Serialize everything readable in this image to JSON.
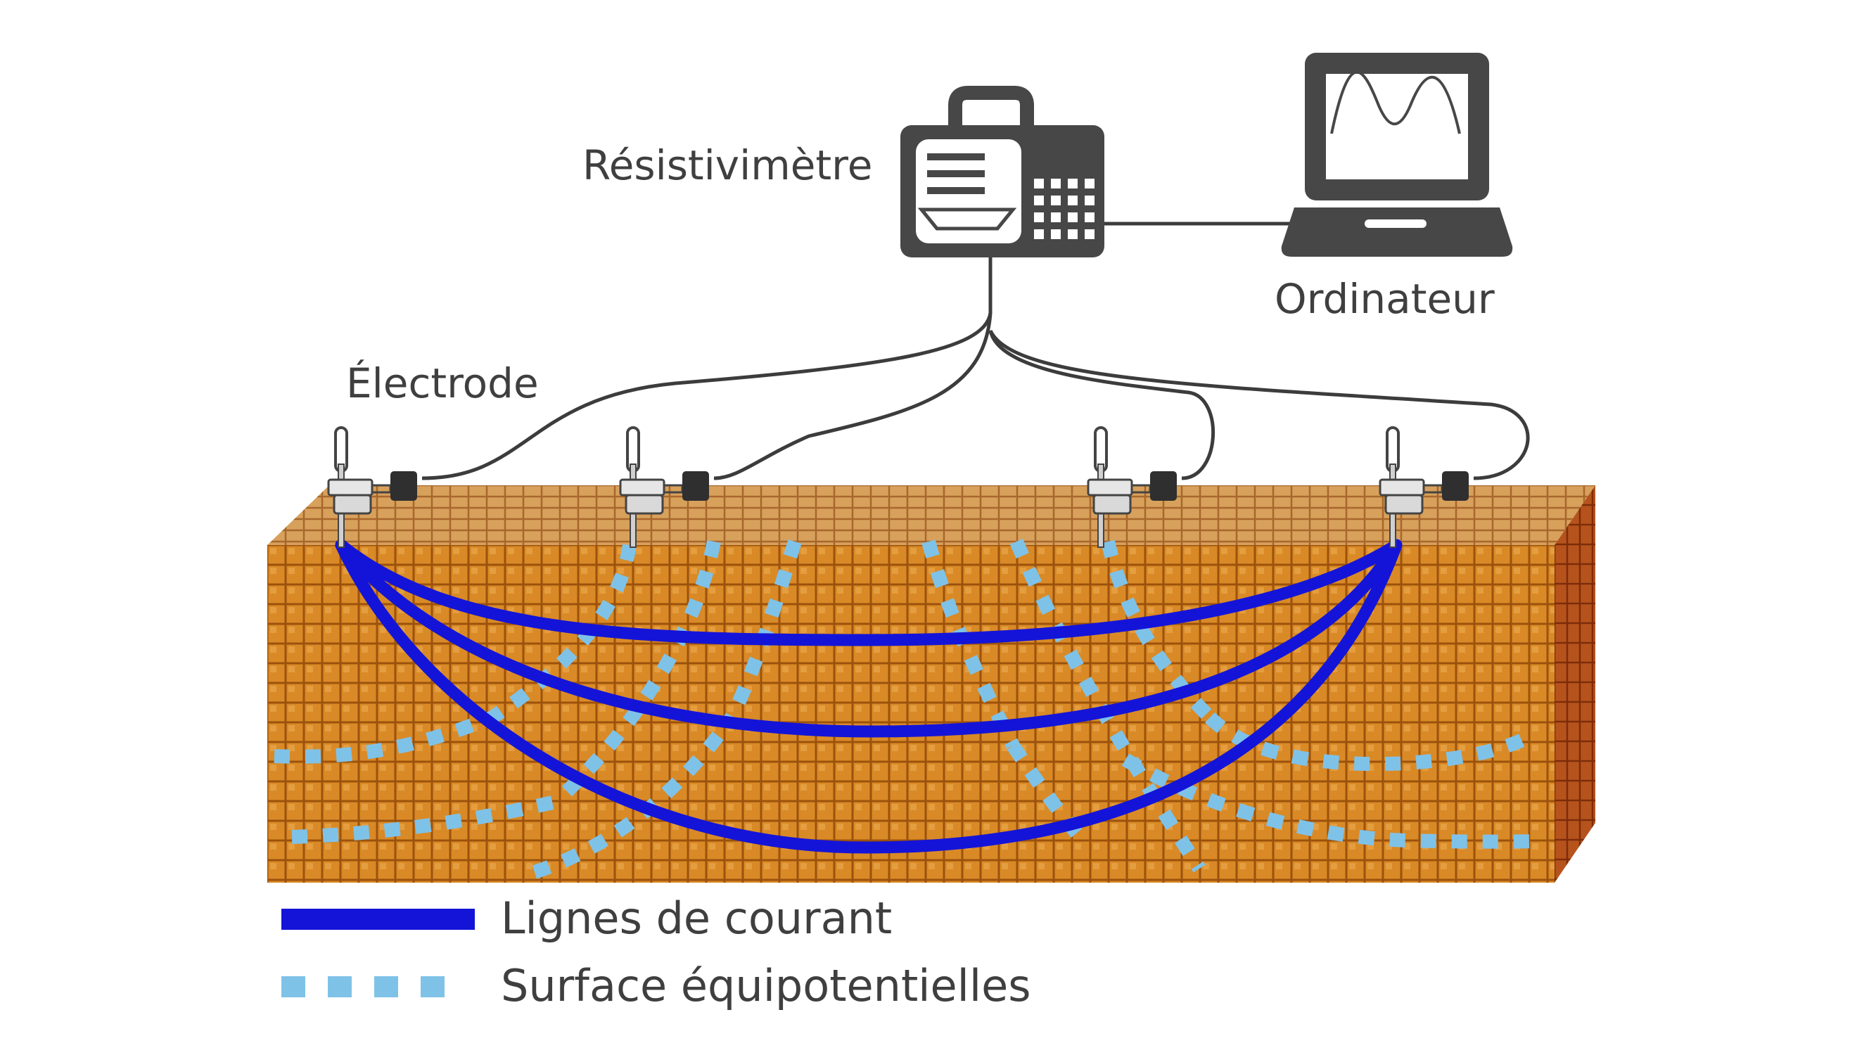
{
  "labels": {
    "resistivity_meter": "Résistivimètre",
    "computer": "Ordinateur",
    "electrode": "Électrode"
  },
  "legend": {
    "current_lines": "Lignes de courant",
    "equipotential": "Surface équipotentielles"
  },
  "colors": {
    "current": "#1414d8",
    "equipotential": "#7fc2e8",
    "device": "#474747",
    "cable": "#3c3c3c",
    "soil_front": "#d98a26",
    "soil_top": "#d7a15c",
    "soil_side": "#b6531c",
    "grid": "#9c520c"
  },
  "icons": {
    "meter": "resistivity-meter-icon",
    "laptop": "laptop-icon",
    "electrode": "electrode-icon"
  },
  "electrode_count": 4
}
